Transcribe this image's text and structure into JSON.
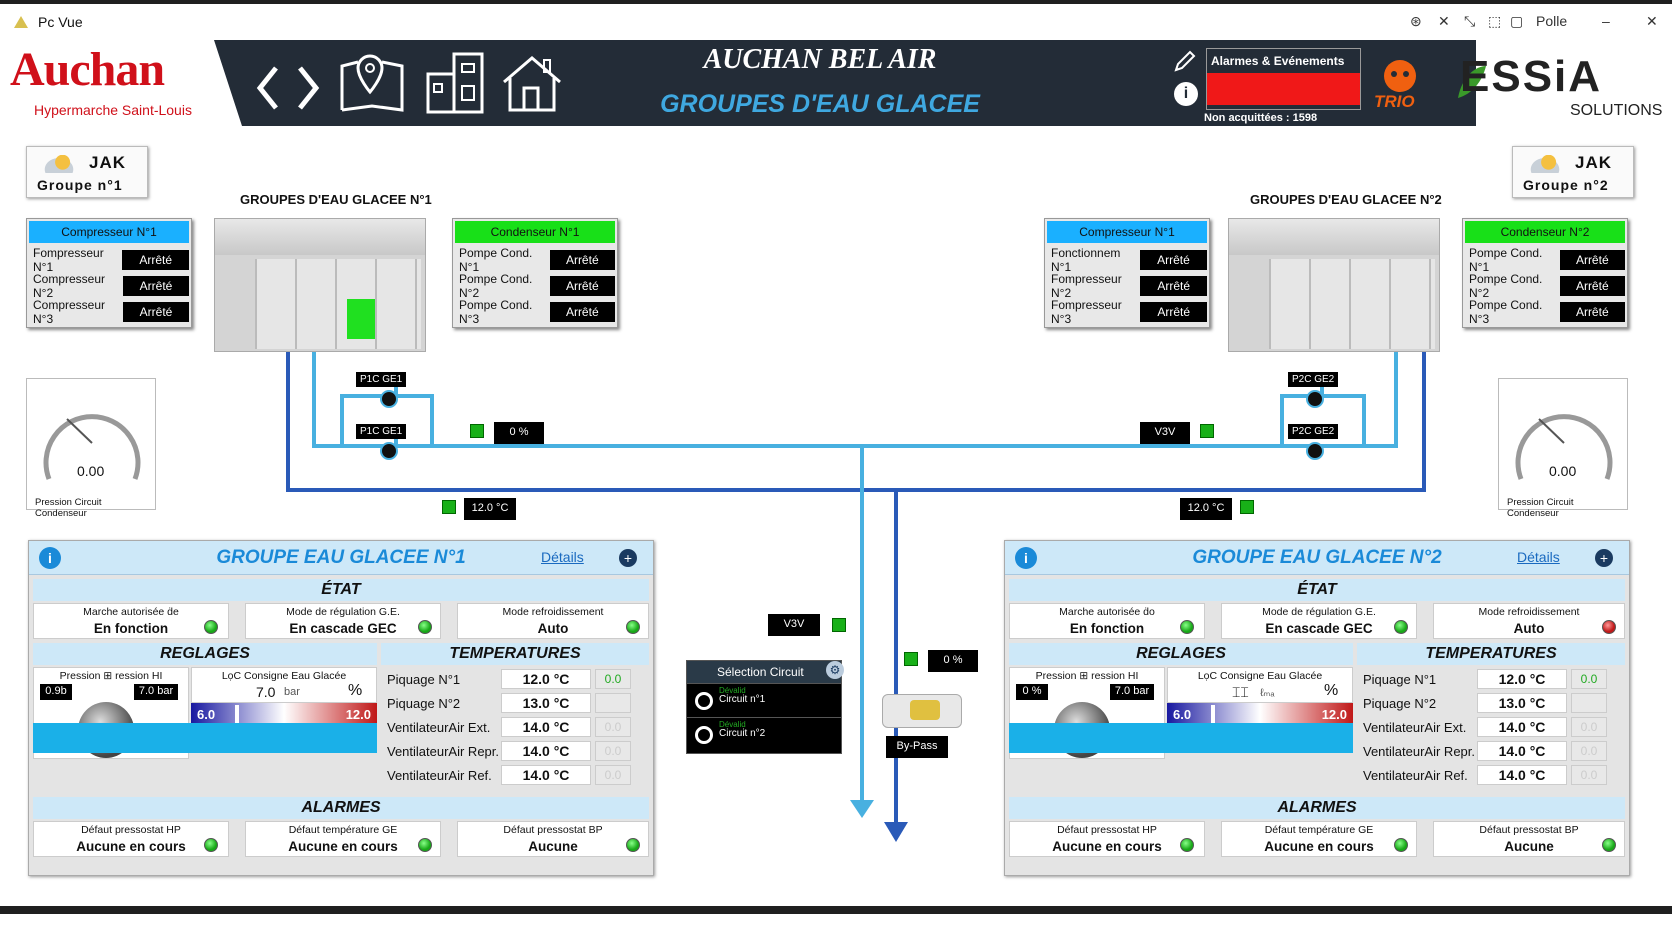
{
  "window": {
    "title": "Pc Vue",
    "controls": [
      "Polle"
    ]
  },
  "header": {
    "brand": "Auchan",
    "brand_sub": "Hypermarche Saint-Louis",
    "title": "AUCHAN BEL AIR",
    "subtitle": "GROUPES D'EAU GLACEE",
    "alarms_label": "Alarmes & Evénements",
    "alarms_status_color": "#f01818",
    "non_acq": "Non acquittées : 1598",
    "trio": "TRIO",
    "essia": "ESSiA",
    "essia_sub": "SOLUTIONS",
    "nav_icons": [
      "chevron-left-icon",
      "chevron-right-icon",
      "map-pin-icon",
      "buildings-icon",
      "home-icon"
    ]
  },
  "groups": [
    {
      "jak": "JAK",
      "jak_group": "Groupe n°1",
      "title": "GROUPES D'EAU GLACEE N°1",
      "compressor_header": "Compresseur N°1",
      "compressors": [
        {
          "label": "Fompresseur N°1",
          "state": "Arrêté"
        },
        {
          "label": "Compresseur N°2",
          "state": "Arrêté"
        },
        {
          "label": "Compresseur N°3",
          "state": "Arrêté"
        }
      ],
      "condenser_header": "Condenseur N°1",
      "condensers": [
        {
          "label": "Pompe Cond. N°1",
          "state": "Arrêté"
        },
        {
          "label": "Pompe Cond. N°2",
          "state": "Arrêté"
        },
        {
          "label": "Pompe Cond. N°3",
          "state": "Arrêté"
        }
      ],
      "gauge_value": "0.00",
      "gauge_caption": "Pression Circuit Condenseur",
      "gauge_ticks": [
        "10",
        "10",
        "15",
        "15",
        "15",
        "15",
        "15",
        "5",
        "5",
        "0",
        "15"
      ],
      "pump_tags": [
        "P1C GE1",
        "P1C GE1"
      ],
      "valve_value": "0 %",
      "temp_tag": "12.0 °C"
    },
    {
      "jak": "JAK",
      "jak_group": "Groupe n°2",
      "title": "GROUPES D'EAU GLACEE N°2",
      "compressor_header": "Compresseur N°1",
      "compressors": [
        {
          "label": "Fonctionnem N°1",
          "state": "Arrêté"
        },
        {
          "label": "Fompresseur N°2",
          "state": "Arrêté"
        },
        {
          "label": "Fompresseur N°3",
          "state": "Arrêté"
        }
      ],
      "condenser_header": "Condenseur N°2",
      "condensers": [
        {
          "label": "Pompe Cond. N°1",
          "state": "Arrêté"
        },
        {
          "label": "Pompe Cond. N°2",
          "state": "Arrêté"
        },
        {
          "label": "Pompe Cond. N°3",
          "state": "Arrêté"
        }
      ],
      "gauge_value": "0.00",
      "gauge_caption": "Pression Circuit Condenseur",
      "gauge_ticks": [
        "10",
        "10",
        "15",
        "15",
        "15",
        "15",
        "15",
        "5",
        "5",
        "0",
        "15"
      ],
      "pump_tags": [
        "P2C GE2",
        "P2C GE2"
      ],
      "valve_value": "V3V",
      "temp_tag": "12.0 °C"
    }
  ],
  "center": {
    "v3v": "V3V",
    "valve_pct": "0 %",
    "selection_title": "Sélection Circuit",
    "circuits": [
      {
        "state": "Dévalid",
        "label": "Circuit n°1"
      },
      {
        "state": "Dévalid",
        "label": "Circuit n°2"
      }
    ],
    "bypass": "By-Pass"
  },
  "panels": [
    {
      "title": "GROUPE EAU GLACEE N°1",
      "details": "Détails",
      "etat": "ÉTAT",
      "etat_cells": [
        {
          "label": "Marche autorisée ḋe",
          "value": "En fonction",
          "color": "green"
        },
        {
          "label": "Mode de régulation G.E.",
          "value": "En cascade GEC",
          "color": "green"
        },
        {
          "label": "Mode refroidissement",
          "value": "Auto",
          "color": "green"
        }
      ],
      "reglages": "REGLAGES",
      "pressure_label": "Pression ⊞ ression HI",
      "pressure_min": "0.9b",
      "pressure_max": "7.0 bar",
      "consigne_label": "LọC Consigne Eau Glacée",
      "consigne_value": "7.0",
      "consigne_unit": "bar",
      "consigne_symbol": "%",
      "range_min": "6.0",
      "range_max": "12.0",
      "temperatures": "TEMPERATURES",
      "temps": [
        {
          "label": "Piquage N°1",
          "value": "12.0 °C",
          "sp": "0.0"
        },
        {
          "label": "Piquage N°2",
          "value": "13.0 °C",
          "sp": ""
        },
        {
          "label": "VentilateurAir Ext.",
          "value": "14.0 °C",
          "sp": "0.0"
        },
        {
          "label": "VentilateurAir Repr.",
          "value": "14.0 °C",
          "sp": "0.0"
        },
        {
          "label": "VentilateurAir Ref.",
          "value": "14.0 °C",
          "sp": "0.0"
        }
      ],
      "alarmes": "ALARMES",
      "alarm_cells": [
        {
          "label": "Défaut pressostat HP",
          "value": "Aucune en cours",
          "color": "green"
        },
        {
          "label": "Défaut température GE",
          "value": "Aucune en cours",
          "color": "green"
        },
        {
          "label": "Défaut pressostat BP",
          "value": "Aucune",
          "color": "green"
        }
      ]
    },
    {
      "title": "GROUPE EAU GLACEE N°2",
      "details": "Détails",
      "etat": "ÉTAT",
      "etat_cells": [
        {
          "label": "Marche autorisée ḋo",
          "value": "En fonction",
          "color": "green"
        },
        {
          "label": "Mode de régulation G.E.",
          "value": "En cascade GEC",
          "color": "green"
        },
        {
          "label": "Mode refroidissement",
          "value": "Auto",
          "color": "red"
        }
      ],
      "reglages": "REGLAGES",
      "pressure_label": "Pression ⊞ ression HI",
      "pressure_min": "0 %",
      "pressure_max": "7.0 bar",
      "consigne_label": "LọC Consigne Eau Glacée",
      "consigne_value": "⌶⌶",
      "consigne_unit": "ℓₘₐ",
      "consigne_symbol": "%",
      "range_min": "6.0",
      "range_max": "12.0",
      "temperatures": "TEMPERATURES",
      "temps": [
        {
          "label": "Piquage N°1",
          "value": "12.0 °C",
          "sp": "0.0"
        },
        {
          "label": "Piquage N°2",
          "value": "13.0 °C",
          "sp": ""
        },
        {
          "label": "VentilateurAir Ext.",
          "value": "14.0 °C",
          "sp": "0.0"
        },
        {
          "label": "VentilateurAir Repr.",
          "value": "14.0 °C",
          "sp": "0.0"
        },
        {
          "label": "VentilateurAir Ref.",
          "value": "14.0 °C",
          "sp": "0.0"
        }
      ],
      "alarmes": "ALARMES",
      "alarm_cells": [
        {
          "label": "Défaut pressostat HP",
          "value": "Aucune en cours",
          "color": "green"
        },
        {
          "label": "Défaut température GE",
          "value": "Aucune en cours",
          "color": "green"
        },
        {
          "label": "Défaut pressostat BP",
          "value": "Aucune",
          "color": "green"
        }
      ]
    }
  ]
}
